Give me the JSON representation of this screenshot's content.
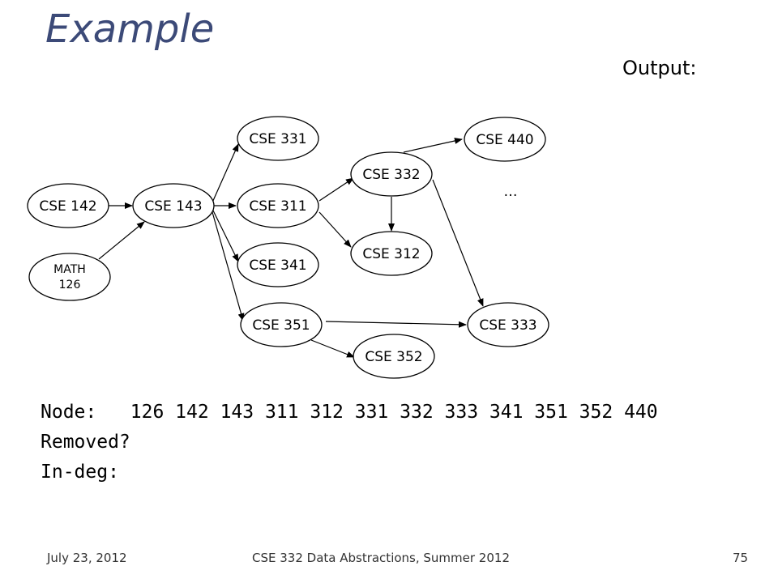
{
  "slide": {
    "title": "Example",
    "output_label": "Output:"
  },
  "graph": {
    "nodes": {
      "cse142": "CSE 142",
      "cse143": "CSE 143",
      "math126_line1": "MATH",
      "math126_line2": "126",
      "cse331": "CSE 331",
      "cse311": "CSE 311",
      "cse341": "CSE 341",
      "cse351": "CSE 351",
      "cse332": "CSE 332",
      "cse312": "CSE 312",
      "cse352": "CSE 352",
      "cse440": "CSE 440",
      "cse333": "CSE 333"
    },
    "ellipsis": "…"
  },
  "table": {
    "node_label": "Node:",
    "node_values": "126 142 143 311 312 331 332 333 341 351 352 440",
    "removed_label": "Removed?",
    "indeg_label": "In-deg:"
  },
  "footer": {
    "date": "July 23, 2012",
    "course": "CSE 332 Data Abstractions, Summer 2012",
    "page": "75"
  }
}
